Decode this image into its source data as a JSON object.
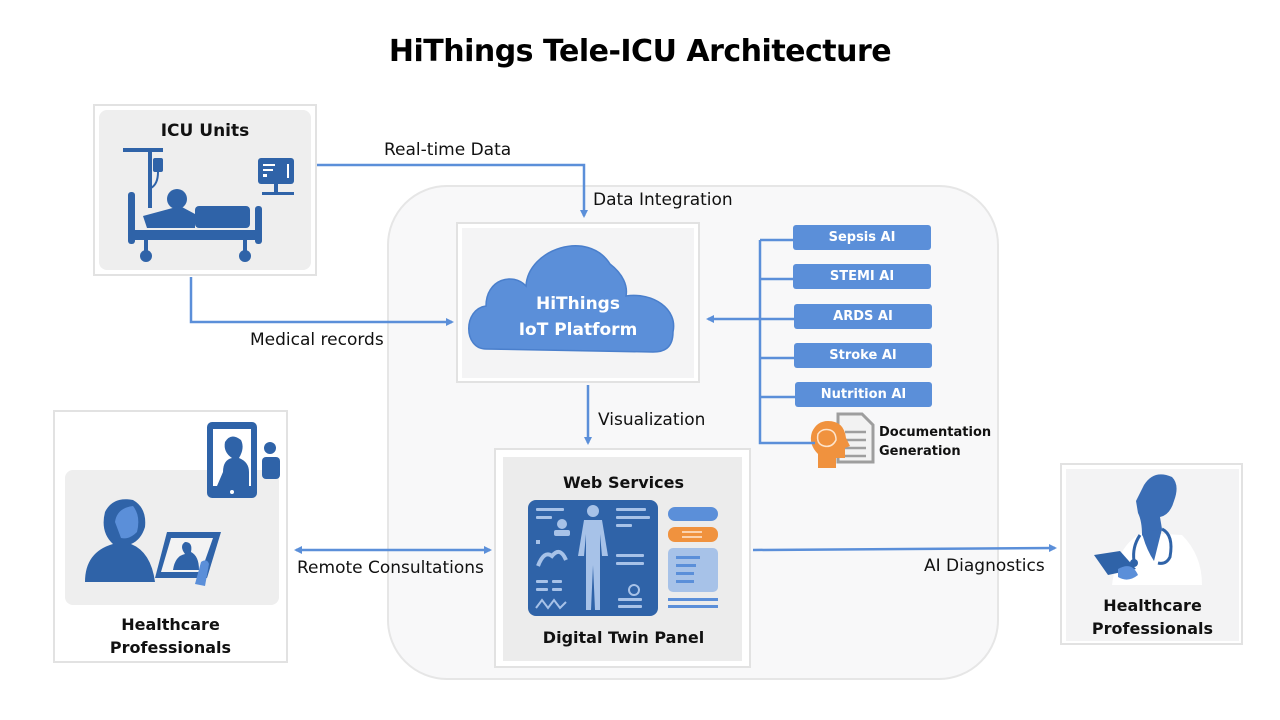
{
  "title": "HiThings Tele-ICU Architecture",
  "colors": {
    "accent_blue": "#5b8fd9",
    "dark_blue": "#2f63a8",
    "orange": "#f0923e",
    "panel_bg": "#eeeeee"
  },
  "nodes": {
    "icu_units": {
      "label": "ICU Units",
      "icon": "hospital-bed-icon"
    },
    "iot_platform": {
      "line1": "HiThings",
      "line2": "IoT Platform",
      "icon": "cloud-icon"
    },
    "web_services": {
      "title": "Web Services",
      "subtitle": "Digital Twin Panel",
      "icon": "digital-twin-dashboard-icon"
    },
    "remote_professionals": {
      "line1": "Healthcare",
      "line2": "Professionals",
      "icon": "telehealth-tablet-icon"
    },
    "onsite_professionals": {
      "line1": "Healthcare",
      "line2": "Professionals",
      "icon": "doctor-icon"
    }
  },
  "ai_modules": [
    {
      "label": "Sepsis AI"
    },
    {
      "label": "STEMI AI"
    },
    {
      "label": "ARDS AI"
    },
    {
      "label": "Stroke AI"
    },
    {
      "label": "Nutrition AI"
    }
  ],
  "documentation": {
    "line1": "Documentation",
    "line2": "Generation",
    "icon": "brain-document-icon"
  },
  "edges": {
    "realtime": "Real-time Data",
    "integration": "Data Integration",
    "medical_records": "Medical records",
    "visualization": "Visualization",
    "remote_consultations": "Remote Consultations",
    "ai_diagnostics": "AI Diagnostics"
  }
}
